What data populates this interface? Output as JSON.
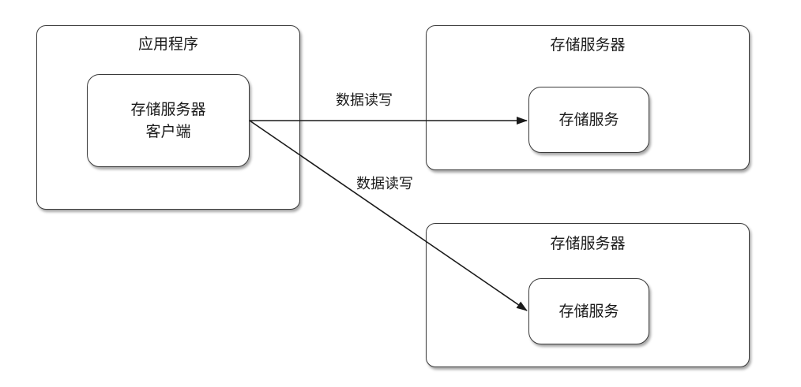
{
  "app_box": {
    "title": "应用程序",
    "client": {
      "line1": "存储服务器",
      "line2": "客户端"
    }
  },
  "server_top": {
    "title": "存储服务器",
    "service": "存储服务"
  },
  "server_bottom": {
    "title": "存储服务器",
    "service": "存储服务"
  },
  "edges": {
    "top_label": "数据读写",
    "bottom_label": "数据读写"
  }
}
